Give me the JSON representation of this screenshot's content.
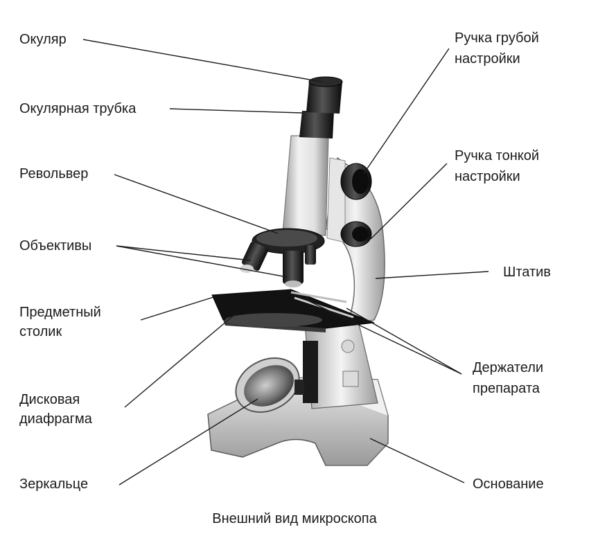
{
  "labels": {
    "eyepiece": "Окуляр",
    "eyepiece_tube": "Окулярная трубка",
    "revolver": "Револьвер",
    "objectives": "Объективы",
    "stage_line1": "Предметный",
    "stage_line2": "столик",
    "diaphragm_line1": "Дисковая",
    "diaphragm_line2": "диафрагма",
    "mirror": "Зеркальце",
    "coarse_line1": "Ручка грубой",
    "coarse_line2": "настройки",
    "fine_line1": "Ручка тонкой",
    "fine_line2": "настройки",
    "arm": "Штатив",
    "clips_line1": "Держатели",
    "clips_line2": "препарата",
    "base": "Основание"
  },
  "caption": "Внешний вид микроскопа"
}
